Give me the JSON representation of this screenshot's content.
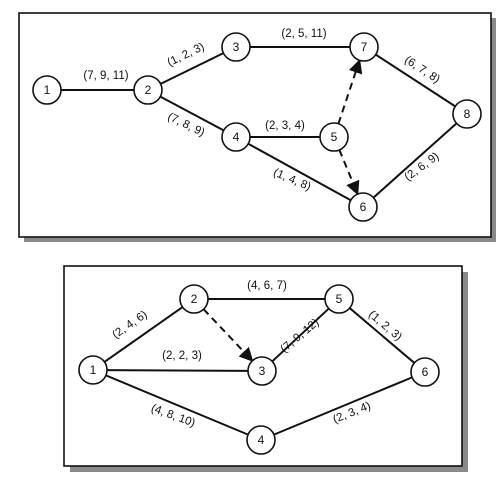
{
  "networks": [
    {
      "nodes": [
        {
          "id": "1",
          "label": "1"
        },
        {
          "id": "2",
          "label": "2"
        },
        {
          "id": "3",
          "label": "3"
        },
        {
          "id": "4",
          "label": "4"
        },
        {
          "id": "5",
          "label": "5"
        },
        {
          "id": "6",
          "label": "6"
        },
        {
          "id": "7",
          "label": "7"
        },
        {
          "id": "8",
          "label": "8"
        }
      ],
      "edges": [
        {
          "from": "1",
          "to": "2",
          "label": "(7, 9, 11)",
          "dashed": false
        },
        {
          "from": "2",
          "to": "3",
          "label": "(1, 2, 3)",
          "dashed": false
        },
        {
          "from": "2",
          "to": "4",
          "label": "(7, 8, 9)",
          "dashed": false
        },
        {
          "from": "3",
          "to": "7",
          "label": "(2, 5, 11)",
          "dashed": false
        },
        {
          "from": "4",
          "to": "5",
          "label": "(2, 3, 4)",
          "dashed": false
        },
        {
          "from": "4",
          "to": "6",
          "label": "(1, 4, 8)",
          "dashed": false
        },
        {
          "from": "5",
          "to": "7",
          "label": "",
          "dashed": true
        },
        {
          "from": "5",
          "to": "6",
          "label": "",
          "dashed": true
        },
        {
          "from": "7",
          "to": "8",
          "label": "(6, 7, 8)",
          "dashed": false
        },
        {
          "from": "6",
          "to": "8",
          "label": "(2, 6, 9)",
          "dashed": false
        }
      ]
    },
    {
      "nodes": [
        {
          "id": "1",
          "label": "1"
        },
        {
          "id": "2",
          "label": "2"
        },
        {
          "id": "3",
          "label": "3"
        },
        {
          "id": "4",
          "label": "4"
        },
        {
          "id": "5",
          "label": "5"
        },
        {
          "id": "6",
          "label": "6"
        }
      ],
      "edges": [
        {
          "from": "1",
          "to": "2",
          "label": "(2, 4, 6)",
          "dashed": false
        },
        {
          "from": "1",
          "to": "3",
          "label": "(2, 2, 3)",
          "dashed": false
        },
        {
          "from": "1",
          "to": "4",
          "label": "(4, 8, 10)",
          "dashed": false
        },
        {
          "from": "2",
          "to": "5",
          "label": "(4, 6, 7)",
          "dashed": false
        },
        {
          "from": "2",
          "to": "3",
          "label": "",
          "dashed": true
        },
        {
          "from": "3",
          "to": "5",
          "label": "(7, 9, 12)",
          "dashed": false
        },
        {
          "from": "5",
          "to": "6",
          "label": "(1, 2, 3)",
          "dashed": false
        },
        {
          "from": "4",
          "to": "6",
          "label": "(2, 3, 4)",
          "dashed": false
        }
      ]
    }
  ]
}
